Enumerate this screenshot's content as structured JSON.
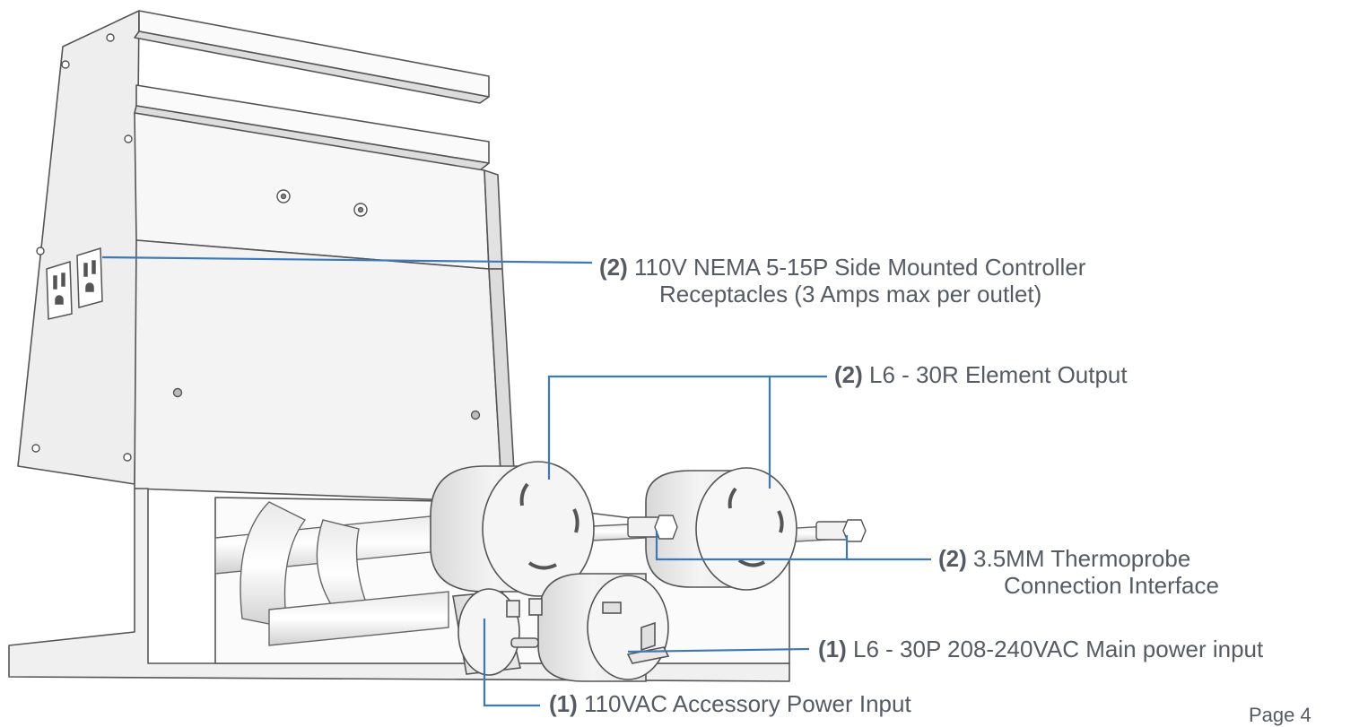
{
  "callouts": [
    {
      "id": "receptacles",
      "qty": "(2)",
      "line1": "110V NEMA 5-15P Side Mounted Controller",
      "line2": "Receptacles (3 Amps max per outlet)"
    },
    {
      "id": "element-output",
      "qty": "(2)",
      "line1": "L6 - 30R Element Output"
    },
    {
      "id": "thermoprobe",
      "qty": "(2)",
      "line1": "3.5MM Thermoprobe",
      "line2": "Connection Interface"
    },
    {
      "id": "main-power",
      "qty": "(1)",
      "line1": "L6 - 30P 208-240VAC Main power input"
    },
    {
      "id": "accessory-power",
      "qty": "(1)",
      "line1": "110VAC Accessory Power Input"
    }
  ],
  "page_label": "Page 4",
  "colors": {
    "leader": "#3d79b8",
    "text": "#555b64",
    "outline": "#555555",
    "body": "#f2f2f2"
  }
}
